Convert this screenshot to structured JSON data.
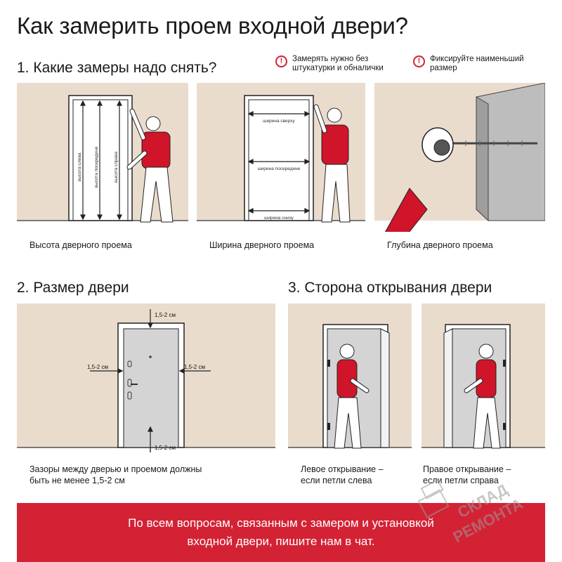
{
  "title": "Как замерить проем входной двери?",
  "section1": {
    "heading": "1. Какие замеры надо снять?",
    "notes": [
      {
        "icon": "warning-icon",
        "text_line1": "Замерять нужно без",
        "text_line2": "штукатурки и обналички"
      },
      {
        "icon": "warning-icon",
        "text_line1": "Фиксируйте наименьший",
        "text_line2": "размер"
      }
    ],
    "panels": [
      {
        "caption": "Высота дверного проема",
        "labels": [
          "высота слева",
          "высота посередине",
          "высота справа"
        ]
      },
      {
        "caption": "Ширина дверного проема",
        "labels": [
          "ширина сверху",
          "ширина посередине",
          "ширина снизу"
        ]
      },
      {
        "caption": "Глубина дверного проема"
      }
    ]
  },
  "section2": {
    "heading": "2. Размер двери",
    "gap_labels": {
      "top": "1,5-2 см",
      "left": "1,5-2 см",
      "right": "1,5-2 см",
      "bottom": "1,5-2 см"
    },
    "caption_line1": "Зазоры между дверью и проемом должны",
    "caption_line2": "быть не менее 1,5-2 см"
  },
  "section3": {
    "heading": "3. Сторона открывания двери",
    "left": {
      "caption_line1": "Левое открывание –",
      "caption_line2": "если петли слева"
    },
    "right": {
      "caption_line1": "Правое открывание –",
      "caption_line2": "если петли справа"
    }
  },
  "banner": {
    "line1": "По всем вопросам, связанным с замером и установкой",
    "line2": "входной двери, пишите нам в чат."
  },
  "watermark": {
    "line1": "СКЛАД",
    "line2": "РЕМОНТА"
  },
  "colors": {
    "accent": "#d42235",
    "wall": "#eadccd",
    "door": "#d4d4d4",
    "shirt": "#d0142a"
  }
}
